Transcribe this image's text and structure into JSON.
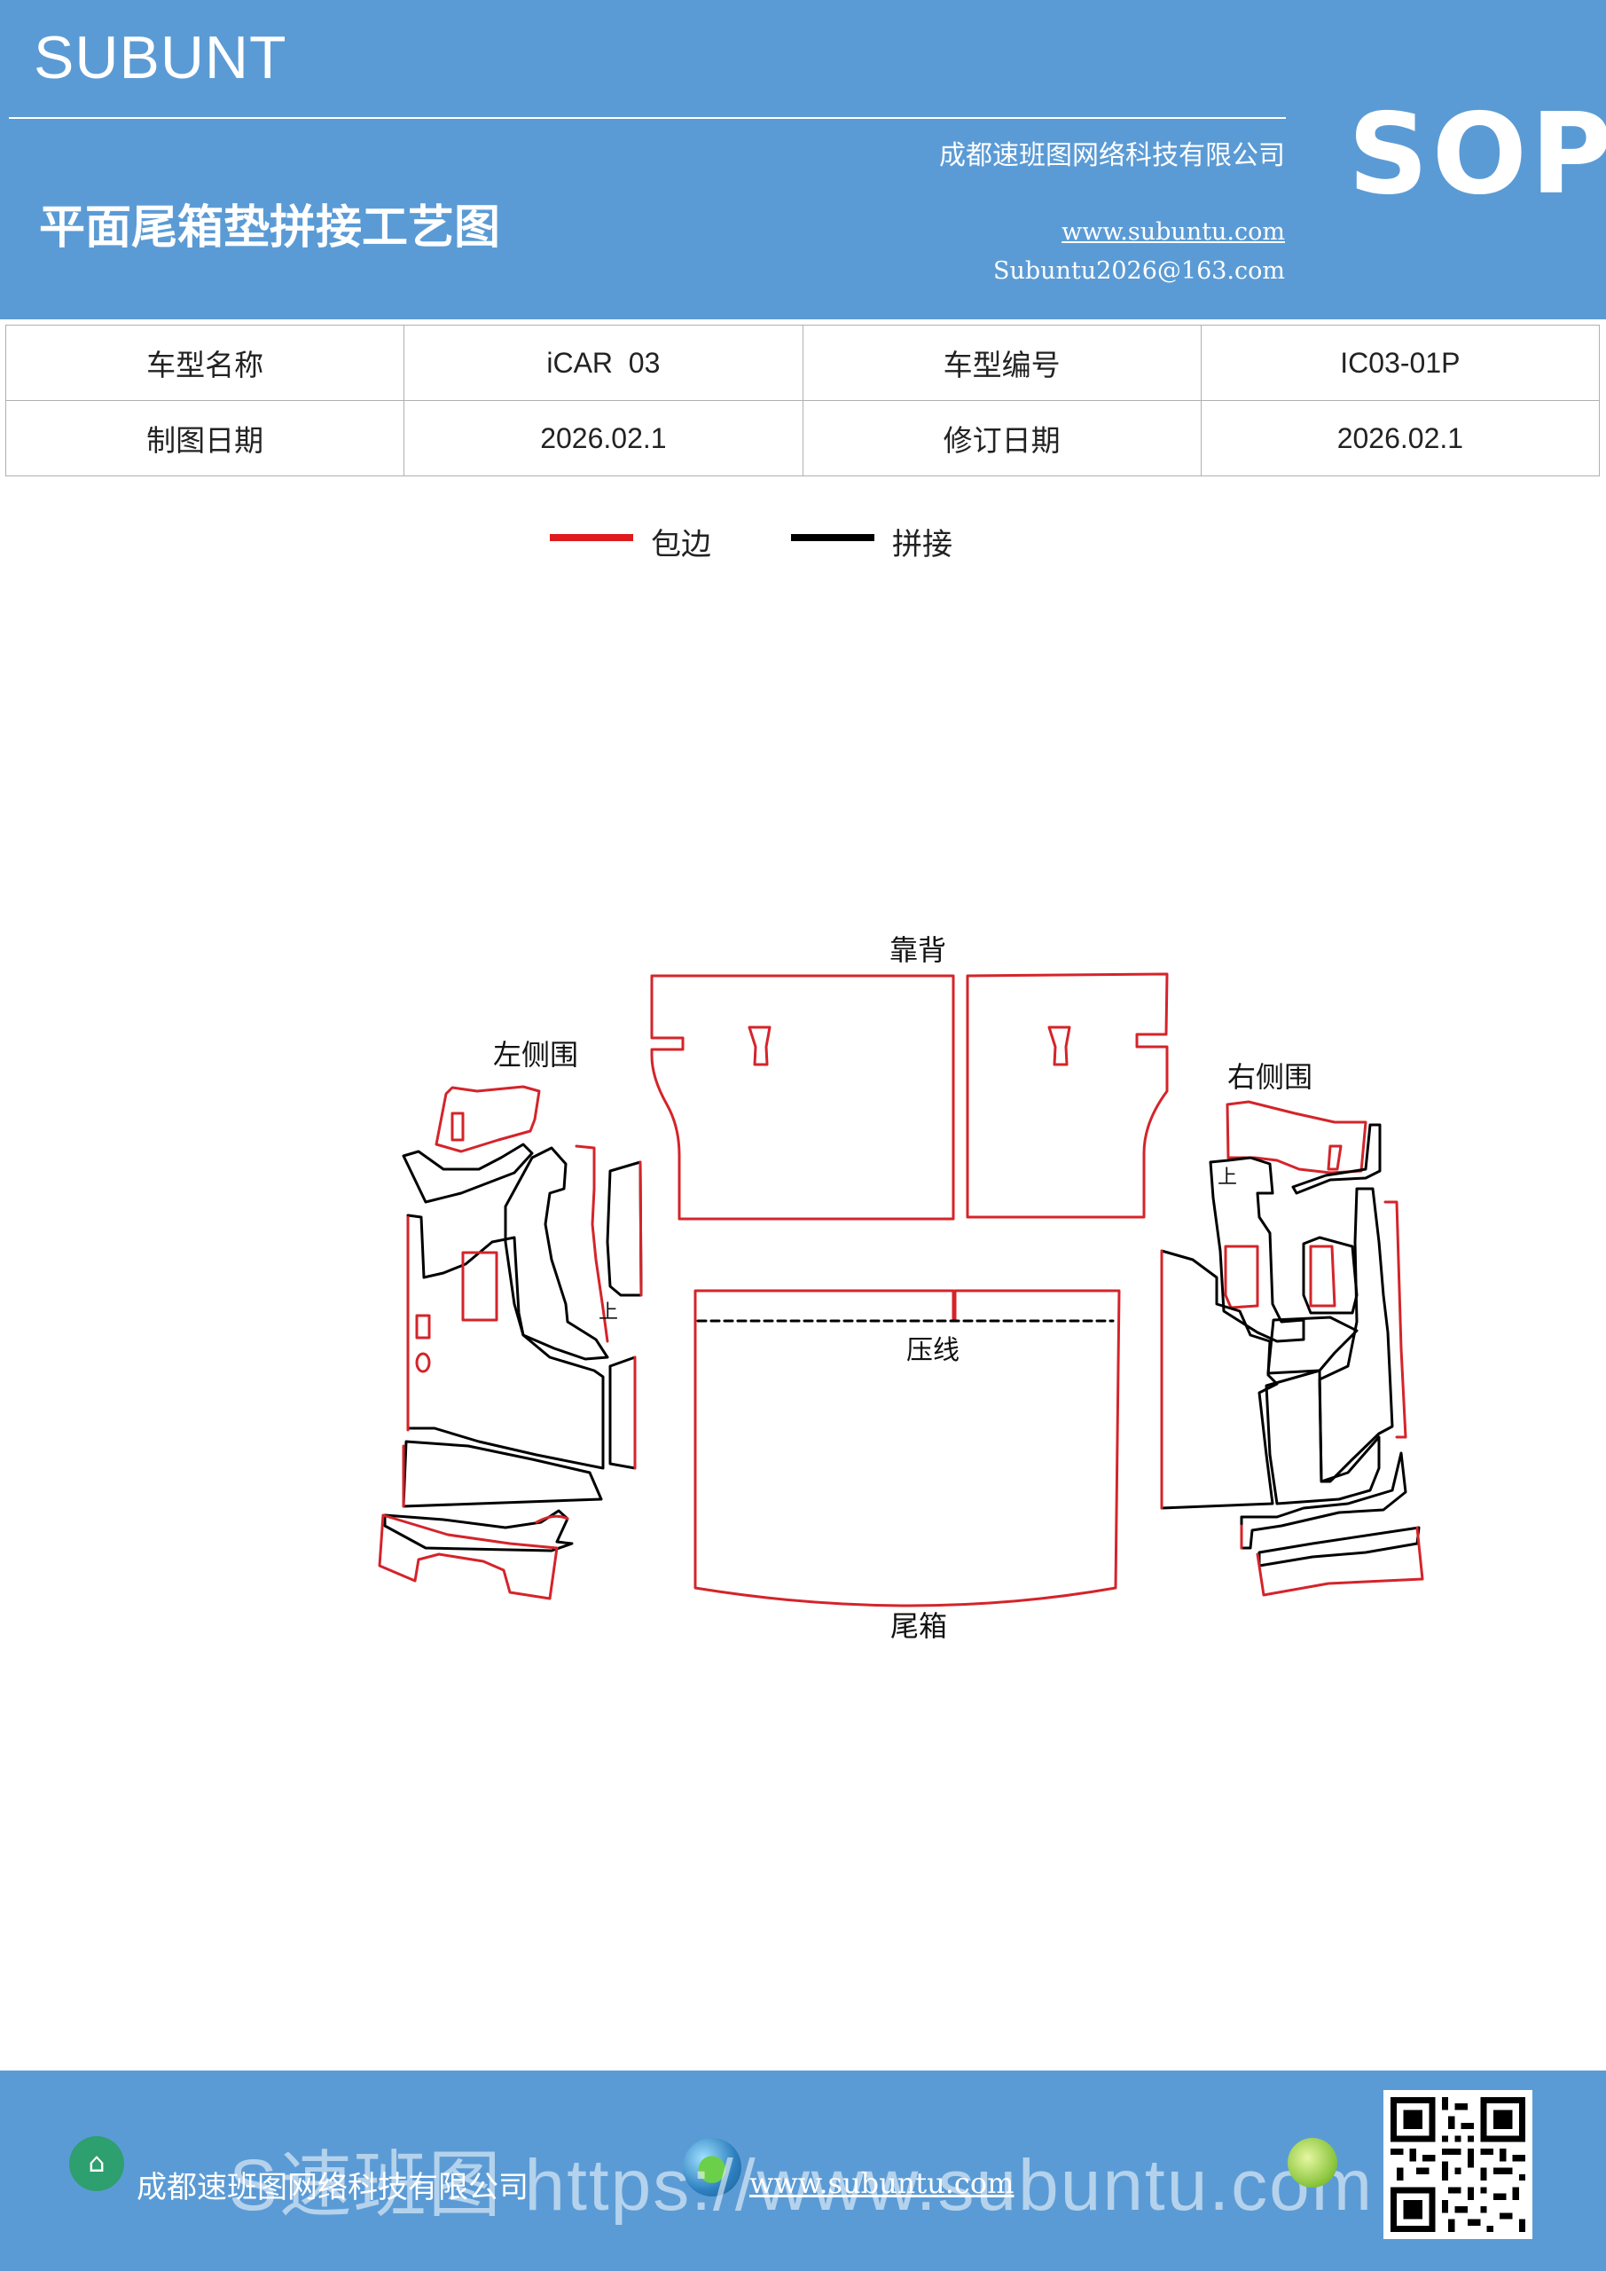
{
  "header": {
    "brand": "SUBUNT",
    "sop": "SOP",
    "title": "平面尾箱垫拼接工艺图",
    "company": "成都速班图网络科技有限公司",
    "website": "www.subuntu.com",
    "email": "Subuntu2026@163.com"
  },
  "info_table": {
    "rows": [
      [
        "车型名称",
        "iCAR  03",
        "车型编号",
        "IC03-01P"
      ],
      [
        "制图日期",
        "2026.02.1",
        "修订日期",
        "2026.02.1"
      ]
    ]
  },
  "legend": {
    "items": [
      {
        "label": "包边",
        "color": "#e0191e"
      },
      {
        "label": "拼接",
        "color": "#000000"
      }
    ]
  },
  "diagram": {
    "labels": {
      "backrest": "靠背",
      "left_side": "左侧围",
      "right_side": "右侧围",
      "trunk": "尾箱",
      "press_line": "压线",
      "up_mark_left": "上",
      "up_mark_right": "上"
    },
    "colors": {
      "edge": "#d4242a",
      "seam": "#000000"
    }
  },
  "footer": {
    "company": "成都速班图网络科技有限公司",
    "website": "www.subuntu.com",
    "watermark": "S速班图 https://www.subuntu.com"
  }
}
